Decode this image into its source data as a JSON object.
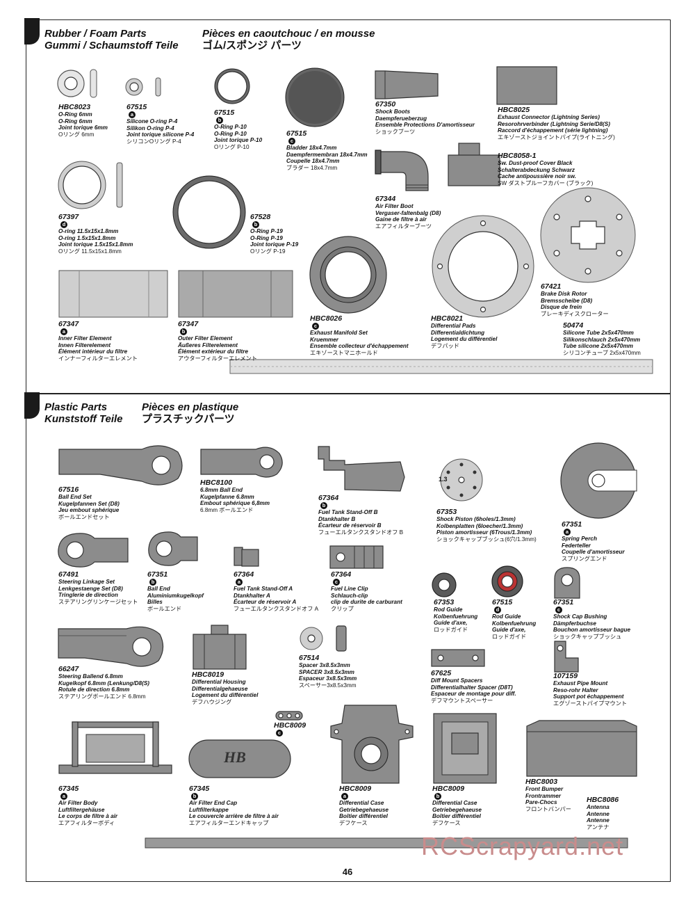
{
  "rubber": {
    "title_en": "Rubber / Foam Parts",
    "title_de": "Gummi / Schaumstoff Teile",
    "title_fr": "Pièces en caoutchouc / en mousse",
    "title_ja": "ゴム/スポンジ パーツ",
    "items": [
      {
        "pn": "HBC8023",
        "badge": "",
        "l": [
          "O-Ring 6mm",
          "O-Ring 6mm",
          "Joint torique 6mm"
        ],
        "ja": "Oリング 6mm"
      },
      {
        "pn": "67515",
        "badge": "a",
        "l": [
          "Silicone O-ring P-4",
          "Silikon O-ring P-4",
          "Joint torique silicone P-4"
        ],
        "ja": "シリコンOリング P-4"
      },
      {
        "pn": "67515",
        "badge": "b",
        "l": [
          "O-Ring P-10",
          "O-Ring P-10",
          "Joint torique P-10"
        ],
        "ja": "Oリング P-10"
      },
      {
        "pn": "67515",
        "badge": "c",
        "l": [
          "Bladder 18x4.7mm",
          "Daempfermembran 18x4.7mm",
          "Coupelle 18x4.7mm"
        ],
        "ja": "ブラダー 18x4.7mm"
      },
      {
        "pn": "67350",
        "badge": "",
        "l": [
          "Shock Boots",
          "Daempferueberzug",
          "Ensemble Protections D'amortisseur"
        ],
        "ja": "ショックブーツ"
      },
      {
        "pn": "HBC8025",
        "badge": "",
        "l": [
          "Exhaust Connector (Lightning Series)",
          "Resorohrverbinder (Lightning Serie/D8(S)",
          "Raccord d'échappement (série lightning)"
        ],
        "ja": "エキゾーストジョイントパイプ(ライトニング)"
      },
      {
        "pn": "HBC8058-1",
        "badge": "",
        "l": [
          "Sw. Dust-proof Cover Black",
          "Schalterabdeckung Schwarz",
          "Cache antipoussière noir sw."
        ],
        "ja": "SW ダストプルーフカバー (ブラック)"
      },
      {
        "pn": "67397",
        "badge": "d",
        "l": [
          "O-ring 11.5x15x1.8mm",
          "O-ring 1.5x15x1.8mm",
          "Joint torique 1.5x15x1.8mm"
        ],
        "ja": "Oリング 11.5x15x1.8mm"
      },
      {
        "pn": "67528",
        "badge": "b",
        "l": [
          "O-Ring P-19",
          "O-Ring P-19",
          "Joint torique P-19"
        ],
        "ja": "Oリング P-19"
      },
      {
        "pn": "67344",
        "badge": "",
        "l": [
          "Air Filter Boot",
          "Vergaser-faltenbalg (D8)",
          "Gaine de filtre à air"
        ],
        "ja": "エアフィルターブーツ"
      },
      {
        "pn": "67421",
        "badge": "",
        "l": [
          "Brake Disk Rotor",
          "Bremsscheibe (D8)",
          "Disque de frein"
        ],
        "ja": "ブレーキディスクローター"
      },
      {
        "pn": "67347",
        "badge": "a",
        "l": [
          "Inner Filter Element",
          "Innen Filterelement",
          "Élément intérieur du filtre"
        ],
        "ja": "インナーフィルターエレメント"
      },
      {
        "pn": "67347",
        "badge": "b",
        "l": [
          "Outer Filter Element",
          "Äußeres Filterelement",
          "Élément extérieur du filtre"
        ],
        "ja": "アウターフィルターエレメント"
      },
      {
        "pn": "HBC8026",
        "badge": "c",
        "l": [
          "Exhaust Manifold Set",
          "Kruemmer",
          "Ensemble collecteur d'échappement"
        ],
        "ja": "エキゾーストマニホールド"
      },
      {
        "pn": "HBC8021",
        "badge": "",
        "l": [
          "Differential Pads",
          "Differentialdichtung",
          "Logement du différentiel"
        ],
        "ja": "デフパッド"
      },
      {
        "pn": "50474",
        "badge": "",
        "l": [
          "Silicone Tube 2x5x470mm",
          "Silikonschlauch 2x5x470mm",
          "Tube silicone 2x5x470mm"
        ],
        "ja": "シリコンチューブ 2x5x470mm"
      }
    ]
  },
  "plastic": {
    "title_en": "Plastic Parts",
    "title_de": "Kunststoff Teile",
    "title_fr": "Pièces en plastique",
    "title_ja": "プラスチックパーツ",
    "items": [
      {
        "pn": "67516",
        "badge": "",
        "l": [
          "Ball End Set",
          "Kugelpfannen Set (D8)",
          "Jeu embout sphérique"
        ],
        "ja": "ボールエンドセット"
      },
      {
        "pn": "HBC8100",
        "badge": "",
        "l": [
          "6.8mm Ball End",
          "Kugelpfanne 6.8mm",
          "Embout sphérique 6,8mm"
        ],
        "ja": "6.8mm ボールエンド"
      },
      {
        "pn": "67364",
        "badge": "b",
        "l": [
          "Fuel Tank Stand-Off B",
          "Dtankhalter B",
          "Écarteur de réservoir B"
        ],
        "ja": "フューエルタンクスタンドオフ B"
      },
      {
        "pn": "67353",
        "badge": "",
        "l": [
          "Shock Piston (6holes/1.3mm)",
          "Kolbenplatten (6loecher/1.3mm)",
          "Piston amortisseur (6Trous/1.3mm)"
        ],
        "ja": "ショックキャップブッシュ(6穴/1.3mm)"
      },
      {
        "pn": "67351",
        "badge": "a",
        "l": [
          "Spring Perch",
          "Federteller",
          "Coupelle d'amortisseur"
        ],
        "ja": "スプリングエンド"
      },
      {
        "pn": "67491",
        "badge": "",
        "l": [
          "Steering Linkage Set",
          "Lenkgestaenge Set (D8)",
          "Tringlerie de direction"
        ],
        "ja": "ステアリングリンケージセット"
      },
      {
        "pn": "67351",
        "badge": "b",
        "l": [
          "Ball End",
          "Aluminiumkugelkopf",
          "Billes"
        ],
        "ja": "ボールエンド"
      },
      {
        "pn": "67364",
        "badge": "a",
        "l": [
          "Fuel Tank Stand-Off A",
          "Dtankhalter A",
          "Écarteur de réservoir A"
        ],
        "ja": "フューエルタンクスタンドオフ A"
      },
      {
        "pn": "67364",
        "badge": "c",
        "l": [
          "Fuel Line Clip",
          "Schlauch-clip",
          "clip de durite de carburant"
        ],
        "ja": "クリップ"
      },
      {
        "pn": "67353",
        "badge": "",
        "l": [
          "Rod Guide",
          "Kolbenfuehrung",
          "Guide d'axe,"
        ],
        "ja": "ロッドガイド"
      },
      {
        "pn": "67515",
        "badge": "d",
        "l": [
          "Rod Guide",
          "Kolbenfuehrung",
          "Guide d'axe,"
        ],
        "ja": "ロッドガイド"
      },
      {
        "pn": "67351",
        "badge": "c",
        "l": [
          "Shock Cap Bushing",
          "Dämpferbuchse",
          "Bouchon amortisseur bague"
        ],
        "ja": "ショックキャップブッシュ"
      },
      {
        "pn": "66247",
        "badge": "",
        "l": [
          "Steering Ballend 6.8mm",
          "Kugelkopf 6.8mm (Lenkung/D8(S)",
          "Rotule de direction 6.8mm"
        ],
        "ja": "ステアリングボールエンド 6.8mm"
      },
      {
        "pn": "HBC8019",
        "badge": "",
        "l": [
          "Differential Housing",
          "Differentialgehaeuse",
          "Logement du différentiel"
        ],
        "ja": "デフハウジング"
      },
      {
        "pn": "67514",
        "badge": "",
        "l": [
          "Spacer 3x8.5x3mm",
          "SPACER 3x8.5x3mm",
          "Espaceur 3x8.5x3mm"
        ],
        "ja": "スペーサー3x8.5x3mm"
      },
      {
        "pn": "67625",
        "badge": "",
        "l": [
          "Diff Mount Spacers",
          "Differentialhalter Spacer (D8T)",
          "Espaceur de montage pour diff."
        ],
        "ja": "デフマウントスペーサー"
      },
      {
        "pn": "107159",
        "badge": "",
        "l": [
          "Exhaust Pipe Mount",
          "Reso-rohr Halter",
          "Support pot échappement"
        ],
        "ja": "エグゾーストパイプマウント"
      },
      {
        "pn": "HBC8009",
        "badge": "c",
        "l": [],
        "ja": ""
      },
      {
        "pn": "67345",
        "badge": "a",
        "l": [
          "Air Filter Body",
          "Luftfiltergehäuse",
          "Le corps de filtre à air"
        ],
        "ja": "エアフィルターボディ"
      },
      {
        "pn": "67345",
        "badge": "b",
        "l": [
          "Air Filter End Cap",
          "Luftfilterkappe",
          "Le couvercle arrière de filtre à air"
        ],
        "ja": "エアフィルターエンドキャップ"
      },
      {
        "pn": "HBC8009",
        "badge": "a",
        "l": [
          "Differential Case",
          "Getriebegehaeuse",
          "Boîtier différentiel"
        ],
        "ja": "デフケース"
      },
      {
        "pn": "HBC8009",
        "badge": "b",
        "l": [
          "Differential Case",
          "Getriebegehaeuse",
          "Boîtier différentiel"
        ],
        "ja": "デフケース"
      },
      {
        "pn": "HBC8003",
        "badge": "",
        "l": [
          "Front Bumper",
          "Frontrammer",
          "Pare-Chocs"
        ],
        "ja": "フロントバンパー"
      },
      {
        "pn": "HBC8086",
        "badge": "",
        "l": [
          "Antenna",
          "Antenne",
          "Antenne"
        ],
        "ja": "アンテナ"
      }
    ]
  },
  "misc": {
    "piston_label": "1.3",
    "logo_text": "HB",
    "page_number": "46",
    "watermark": "RCScrapyard.net"
  }
}
